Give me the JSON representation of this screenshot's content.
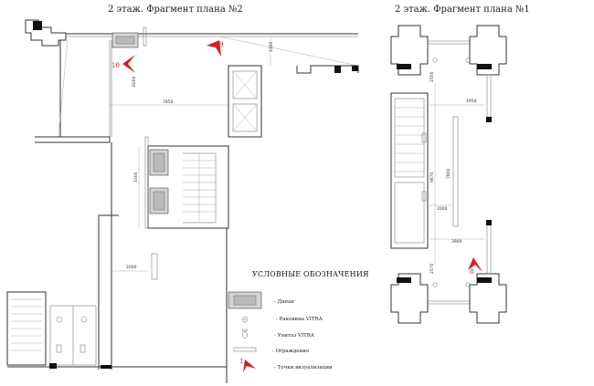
{
  "plans": {
    "plan2_title": "2 этаж. Фрагмент плана №2",
    "plan1_title": "2 этаж. Фрагмент плана №1"
  },
  "dimensions": {
    "p2_2100": "2100",
    "p2_6000": "6000",
    "p2_7850": "7850",
    "p2_3300": "3300",
    "p2_2000": "2000",
    "p1_2500": "2500",
    "p1_1950": "1950",
    "p1_9670": "9670",
    "p1_7800": "7800",
    "p1_2000": "2000",
    "p1_3900": "3900",
    "p1_2570": "2570"
  },
  "viewpoints": {
    "vp9": "9",
    "vp10": "10",
    "vp8": "8",
    "legend_sample": "1"
  },
  "legend": {
    "title": "УСЛОВНЫЕ ОБОЗНАЧЕНИЯ",
    "items": [
      {
        "label": "- Диван"
      },
      {
        "label": "- Раковина VITRA"
      },
      {
        "label": "- Унитаз VITRA"
      },
      {
        "label": "- Ограждение"
      },
      {
        "label": "- Точки визуализации"
      }
    ]
  },
  "colors": {
    "viewpoint": "#d0202a",
    "walls": "#333333",
    "columns": "#111111"
  }
}
